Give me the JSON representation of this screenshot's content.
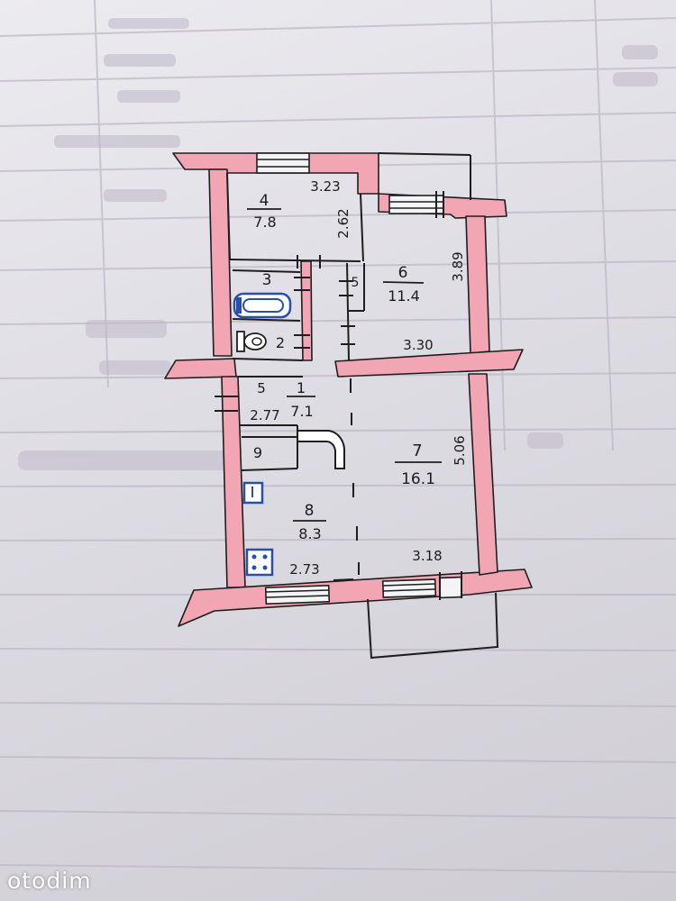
{
  "colors": {
    "wall": "#f2a5b3",
    "line": "#1e1e1e",
    "paper": "#e9e8ee",
    "background_ink": "#b9b3c2"
  },
  "rooms": {
    "r4": {
      "number": "4",
      "area": "7.8"
    },
    "r6": {
      "number": "6",
      "area": "11.4"
    },
    "r3": {
      "number": "3"
    },
    "r2": {
      "number": "2"
    },
    "r5": {
      "number": "5"
    },
    "r1": {
      "number": "1",
      "area": "7.1",
      "sub": "5"
    },
    "r9": {
      "number": "9"
    },
    "r7": {
      "number": "7",
      "area": "16.1"
    },
    "r8": {
      "number": "8",
      "area": "8.3"
    }
  },
  "dimensions": {
    "d323": "3.23",
    "d262": "2.62",
    "d389": "3.89",
    "d330": "3.30",
    "d277": "2.77",
    "d506": "5.06",
    "d273": "2.73",
    "d318": "3.18"
  },
  "fixtures": {
    "bathtub": "bathtub-icon",
    "toilet": "toilet-icon",
    "sink": "sink-icon",
    "stove": "stove-icon"
  },
  "watermark": "otodim"
}
